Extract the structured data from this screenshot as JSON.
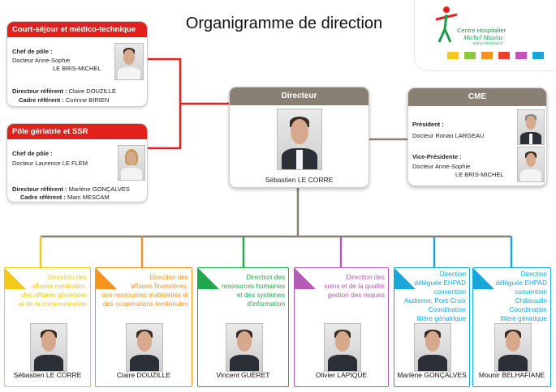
{
  "title": "Organigramme de direction",
  "logo": {
    "name": "Centre Hospitalier",
    "signature": "Michel Mazéas",
    "city": "DOUARNENEZ",
    "swatches": [
      "#f2c81a",
      "#8dc63f",
      "#f7941d",
      "#e8412c",
      "#c154c1",
      "#19a7d9"
    ]
  },
  "court_sejour": {
    "header": "Court-séjour et médico-technique",
    "chef_label": "Chef de pôle :",
    "chef_line1": "Docteur Anne-Sophie",
    "chef_line2": "LE BRIS-MICHEL",
    "dir_label": "Directeur référent :",
    "dir_name": "Claire DOUZILLE",
    "cadre_label": "Cadre référent :",
    "cadre_name": "Corinne BIRIEN"
  },
  "geriatrie": {
    "header": "Pôle gériatrie et SSR",
    "chef_label": "Chef de pôle :",
    "chef_name": "Docteur Laurence LE FLEM",
    "dir_label": "Directeur référent :",
    "dir_name": "Marlène GONÇALVES",
    "cadre_label": "Cadre référent :",
    "cadre_name": "Marc MESCAM"
  },
  "directeur": {
    "header": "Directeur",
    "name": "Sébastien LE CORRE"
  },
  "cme": {
    "header": "CME",
    "president_label": "Président :",
    "president_name": "Docteur Ronan LARGEAU",
    "vp_label": "Vice-Présidente :",
    "vp_line1": "Docteur Anne-Sophie",
    "vp_line2": "LE BRIS-MICHEL"
  },
  "directions": [
    {
      "color": "#f2c81a",
      "lines": [
        "Direction des",
        "affaires médicales,",
        "des affaires générales",
        "et de la communication"
      ],
      "name": "Sébastien LE CORRE"
    },
    {
      "color": "#f7941d",
      "lines": [
        "Direction des",
        "affaires financières,",
        "des ressources matérielles et",
        "des coopérations territoriales"
      ],
      "name": "Claire DOUZILLE"
    },
    {
      "color": "#21a84a",
      "lines": [
        "Direction des",
        "ressources humaines",
        "et des systèmes",
        "d'information"
      ],
      "name": "Vincent GUÉRET"
    },
    {
      "color": "#b45bb6",
      "lines": [
        "Direction des",
        "soins et de la qualité",
        "gestion des risques"
      ],
      "name": "Olivier LAPIQUE"
    },
    {
      "color": "#19a7d9",
      "lines": [
        "Direction",
        "déléguée EHPAD",
        "convention",
        "Audierne, Pont-Croix",
        "Coordination",
        "filière gériatrique"
      ],
      "name": "Marlène GONÇALVES"
    },
    {
      "color": "#19a7d9",
      "lines": [
        "Direction",
        "déléguée EHPAD",
        "convention",
        "Châteaulin",
        "Coordination",
        "filière gériatique"
      ],
      "name": "Mounir BELHAFIANE"
    }
  ]
}
